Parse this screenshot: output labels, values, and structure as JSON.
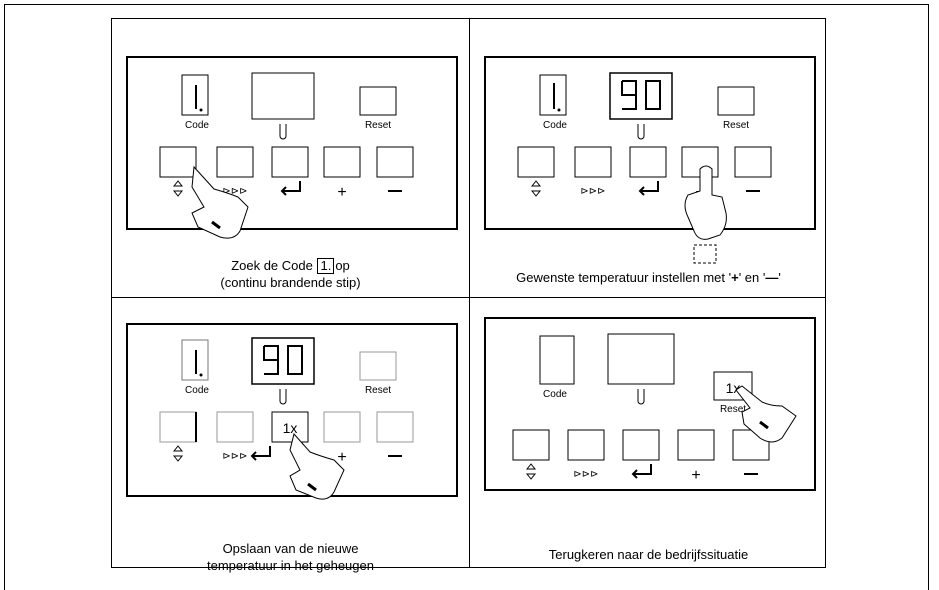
{
  "labels": {
    "code": "Code",
    "reset": "Reset",
    "plus": "+",
    "minus": "−",
    "arrows": "⊳⊳⊳",
    "once": "1x"
  },
  "display": {
    "code_digit": "1.",
    "temperature": "90"
  },
  "captions": {
    "p1_before": "Zoek de Code",
    "p1_boxed": "1.",
    "p1_after": "op",
    "p1_line2": "(continu brandende stip)",
    "p2_before": "Gewenste temperatuur instellen met '",
    "p2_plus": "+",
    "p2_mid": "' en '",
    "p2_minus": "—",
    "p2_after": "'",
    "p3_line1": "Opslaan van de nieuwe",
    "p3_line2": "temperatuur in het geheugen",
    "p4_line1": "Terugkeren naar de bedrijfssituatie"
  }
}
